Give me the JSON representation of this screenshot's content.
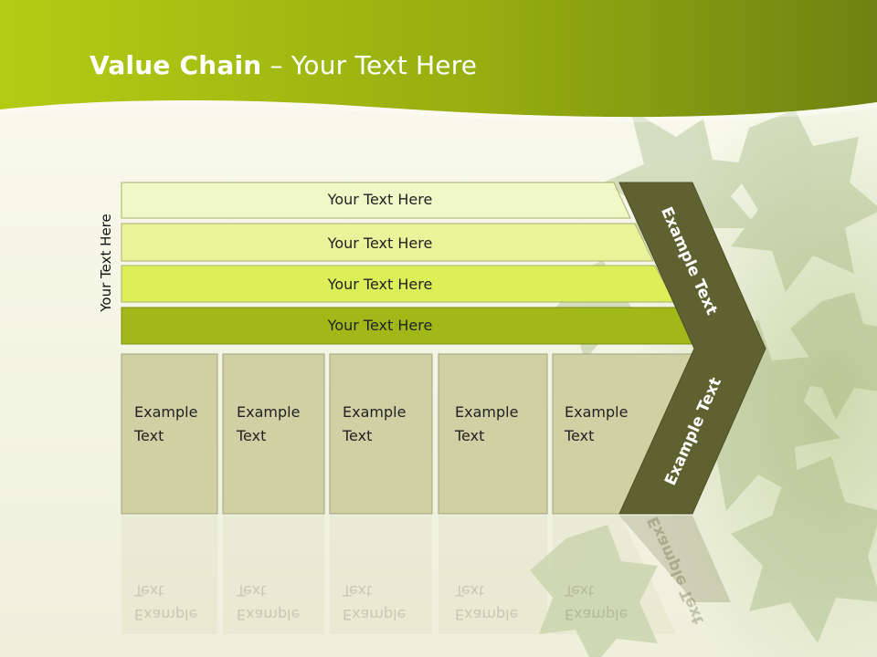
{
  "slide": {
    "title_bold": "Value Chain",
    "title_rest": " – Your Text Here",
    "side_label": "Your Text Here"
  },
  "bars": [
    {
      "label": "Your Text Here",
      "color": "#f0f8c8"
    },
    {
      "label": "Your Text Here",
      "color": "#e9f49a"
    },
    {
      "label": "Your Text Here",
      "color": "#dcef58"
    },
    {
      "label": "Your Text Here",
      "color": "#a0b818"
    }
  ],
  "activities": [
    {
      "line1": "Example",
      "line2": "Text"
    },
    {
      "line1": "Example",
      "line2": "Text"
    },
    {
      "line1": "Example",
      "line2": "Text"
    },
    {
      "line1": "Example",
      "line2": "Text"
    },
    {
      "line1": "Example",
      "line2": "Text"
    }
  ],
  "margin_chevron": {
    "upper_label": "Example Text",
    "lower_label": "Example Text",
    "color": "#5f6130"
  },
  "colors": {
    "header_green": "#8fa814",
    "cell_fill": "#d1cfa4",
    "leaf_green": "#7f9a50"
  }
}
